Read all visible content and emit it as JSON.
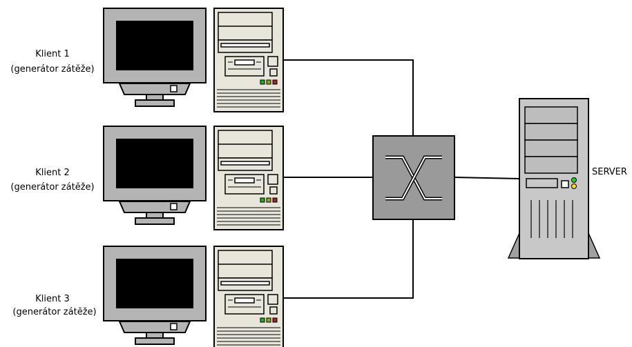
{
  "clients": [
    {
      "name": "Klient 1",
      "role": "(generátor zátěže)"
    },
    {
      "name": "Klient 2",
      "role": "(generátor zátěže)"
    },
    {
      "name": "Klient 3",
      "role": "(generátor zátěže)"
    }
  ],
  "server": {
    "label": "SERVER"
  },
  "colors": {
    "monitor_body": "#b4b4b4",
    "screen": "#000000",
    "tower_beige": "#e8e6da",
    "switch_fill": "#9a9a9a",
    "server_fill": "#c8c8c8",
    "led_green": "#22cc22",
    "led_yellow": "#ffdd00",
    "led_red": "#aa2222"
  },
  "icons": {
    "client_monitor": "crt-monitor-icon",
    "client_tower": "desktop-tower-icon",
    "network_switch": "network-switch-icon",
    "server": "server-tower-icon"
  }
}
